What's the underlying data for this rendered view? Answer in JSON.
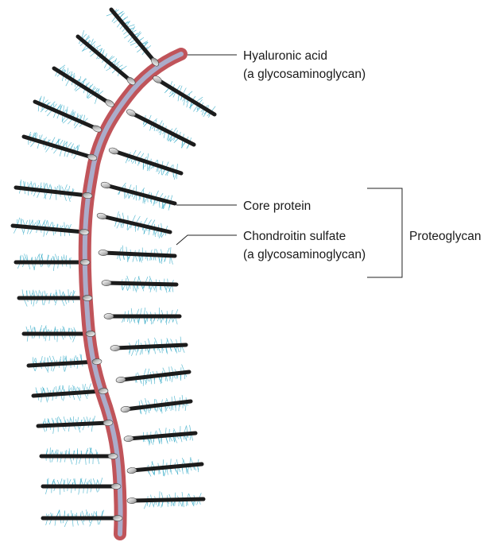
{
  "labels": {
    "hyaluronic_line1": "Hyaluronic acid",
    "hyaluronic_line2": "(a glycosaminoglycan)",
    "core_protein": "Core protein",
    "chondroitin_line1": "Chondroitin sulfate",
    "chondroitin_line2": "(a glycosaminoglycan)",
    "proteoglycan": "Proteoglycan"
  },
  "colors": {
    "backbone_outer": "#c0545a",
    "backbone_inner": "#a9b6d6",
    "core_protein": "#1c1c1c",
    "glycan_bristle": "#2aa6c4",
    "attachment_node": "#d8d8d8"
  }
}
